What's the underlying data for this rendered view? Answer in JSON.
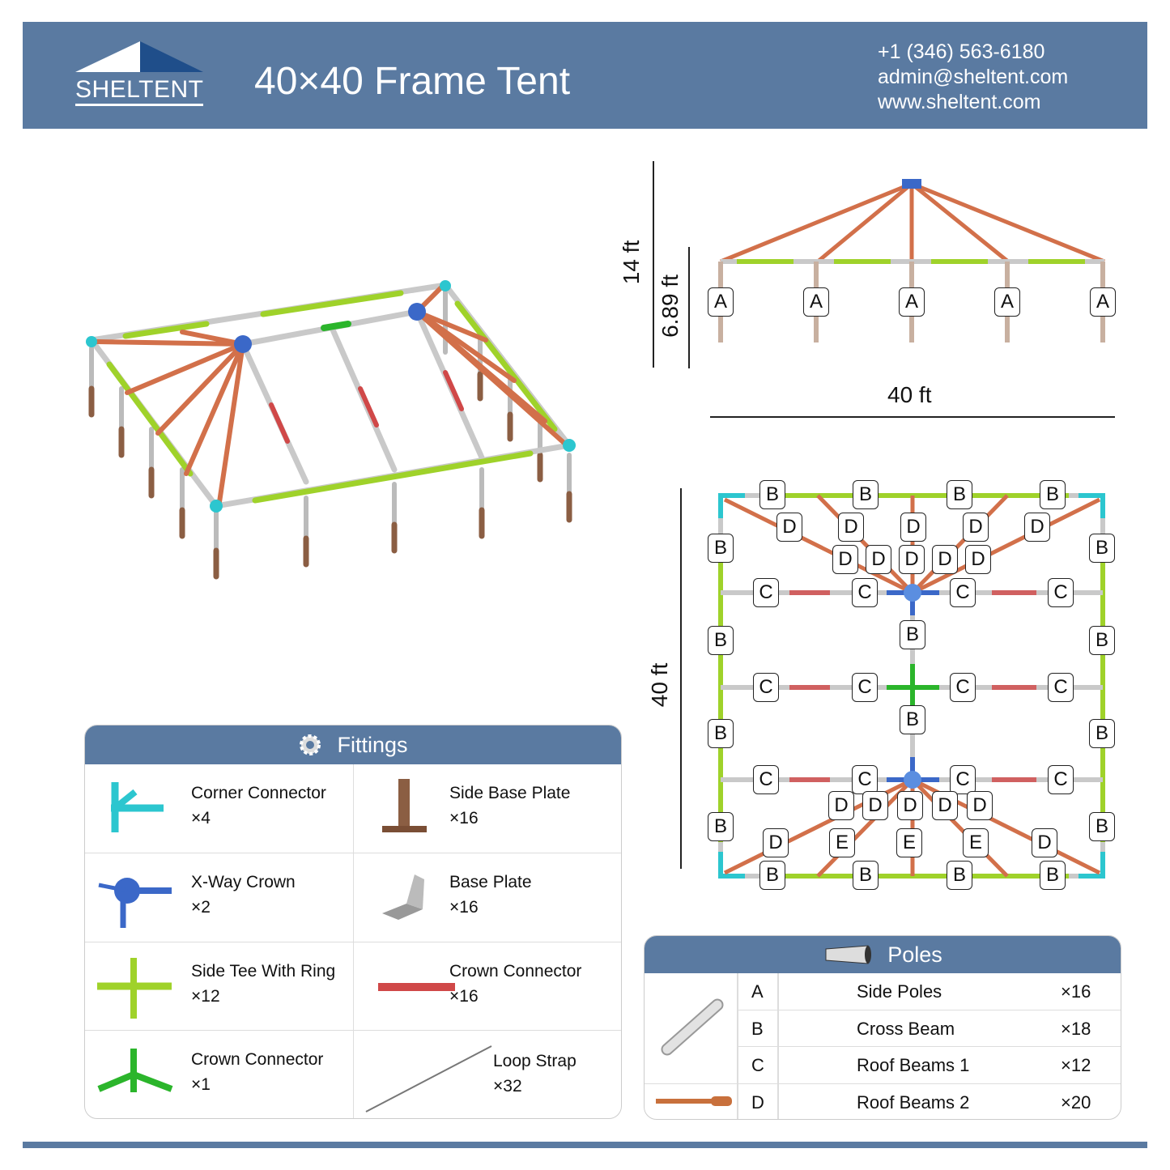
{
  "header": {
    "brand": "SHELTENT",
    "title": "40×40 Frame Tent",
    "phone": "+1 (346) 563-6180",
    "email": "admin@sheltent.com",
    "website": "www.sheltent.com"
  },
  "dimensions": {
    "total_height": "14 ft",
    "side_height": "6.89 ft",
    "width": "40 ft",
    "depth": "40 ft"
  },
  "side_view_labels": [
    "A",
    "A",
    "A",
    "A",
    "A"
  ],
  "plan_labels": [
    "B",
    "B",
    "B",
    "B",
    "D",
    "D",
    "D",
    "D",
    "D",
    "D",
    "D",
    "D",
    "D",
    "D",
    "B",
    "B",
    "B",
    "B",
    "B",
    "B",
    "B",
    "B",
    "C",
    "C",
    "C",
    "C",
    "B",
    "C",
    "C",
    "C",
    "C",
    "B",
    "C",
    "C",
    "C",
    "C",
    "D",
    "D",
    "D",
    "D",
    "D",
    "D",
    "E",
    "E",
    "E",
    "D",
    "B",
    "B",
    "B",
    "B"
  ],
  "fittings": {
    "title": "Fittings",
    "items": [
      {
        "name": "Corner Connector",
        "qty": "×4"
      },
      {
        "name": "Side Base Plate",
        "qty": "×16"
      },
      {
        "name": "X-Way Crown",
        "qty": "×2"
      },
      {
        "name": "Base Plate",
        "qty": "×16"
      },
      {
        "name": "Side Tee With Ring",
        "qty": "×12"
      },
      {
        "name": "Crown Connector",
        "qty": "×16"
      },
      {
        "name": "Crown Connector",
        "qty": "×1"
      },
      {
        "name": "Loop Strap",
        "qty": "×32"
      }
    ]
  },
  "poles": {
    "title": "Poles",
    "rows": [
      {
        "code": "A",
        "name": "Side Poles",
        "qty": "×16"
      },
      {
        "code": "B",
        "name": "Cross Beam",
        "qty": "×18"
      },
      {
        "code": "C",
        "name": "Roof Beams 1",
        "qty": "×12"
      },
      {
        "code": "D",
        "name": "Roof Beams 2",
        "qty": "×20"
      }
    ]
  },
  "colors": {
    "brand": "#5a7aa1",
    "corner": "#2cc6cf",
    "crown": "#3b68c8",
    "tee": "#9fd22a",
    "roof": "#d2704a",
    "center": "#2bb52b"
  }
}
